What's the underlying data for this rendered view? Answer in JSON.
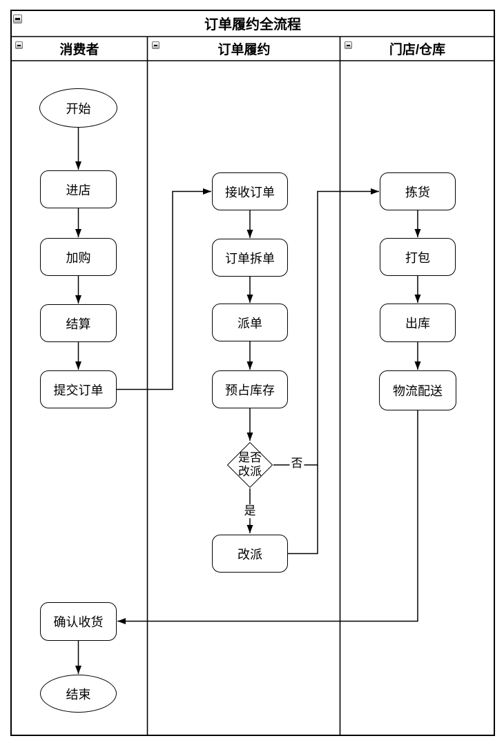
{
  "pool": {
    "title": "订单履约全流程",
    "lanes": [
      {
        "id": "consumer",
        "label": "消费者"
      },
      {
        "id": "fulfillment",
        "label": "订单履约"
      },
      {
        "id": "store-warehouse",
        "label": "门店/仓库"
      }
    ]
  },
  "icons": {
    "collapse": "minus-square-icon"
  },
  "colors": {
    "stroke": "#000000",
    "fill": "#ffffff",
    "background": "#ffffff"
  },
  "nodes": [
    {
      "id": "start",
      "lane": "consumer",
      "shape": "ellipse",
      "label": "开始"
    },
    {
      "id": "enter-store",
      "lane": "consumer",
      "shape": "process",
      "label": "进店"
    },
    {
      "id": "add-to-cart",
      "lane": "consumer",
      "shape": "process",
      "label": "加购"
    },
    {
      "id": "checkout",
      "lane": "consumer",
      "shape": "process",
      "label": "结算"
    },
    {
      "id": "submit-order",
      "lane": "consumer",
      "shape": "process",
      "label": "提交订单"
    },
    {
      "id": "receive-order",
      "lane": "fulfillment",
      "shape": "process",
      "label": "接收订单"
    },
    {
      "id": "split-order",
      "lane": "fulfillment",
      "shape": "process",
      "label": "订单拆单"
    },
    {
      "id": "dispatch-order",
      "lane": "fulfillment",
      "shape": "process",
      "label": "派单"
    },
    {
      "id": "reserve-stock",
      "lane": "fulfillment",
      "shape": "process",
      "label": "预占库存"
    },
    {
      "id": "redispatch-decision",
      "lane": "fulfillment",
      "shape": "decision",
      "label": "是否\n改派"
    },
    {
      "id": "redispatch",
      "lane": "fulfillment",
      "shape": "process",
      "label": "改派"
    },
    {
      "id": "picking",
      "lane": "store-warehouse",
      "shape": "process",
      "label": "拣货"
    },
    {
      "id": "packing",
      "lane": "store-warehouse",
      "shape": "process",
      "label": "打包"
    },
    {
      "id": "outbound",
      "lane": "store-warehouse",
      "shape": "process",
      "label": "出库"
    },
    {
      "id": "logistics-delivery",
      "lane": "store-warehouse",
      "shape": "process",
      "label": "物流配送"
    },
    {
      "id": "confirm-receipt",
      "lane": "consumer",
      "shape": "process",
      "label": "确认收货"
    },
    {
      "id": "end",
      "lane": "consumer",
      "shape": "ellipse",
      "label": "结束"
    }
  ],
  "edges": [
    {
      "from": "start",
      "to": "enter-store",
      "label": ""
    },
    {
      "from": "enter-store",
      "to": "add-to-cart",
      "label": ""
    },
    {
      "from": "add-to-cart",
      "to": "checkout",
      "label": ""
    },
    {
      "from": "checkout",
      "to": "submit-order",
      "label": ""
    },
    {
      "from": "submit-order",
      "to": "receive-order",
      "label": ""
    },
    {
      "from": "receive-order",
      "to": "split-order",
      "label": ""
    },
    {
      "from": "split-order",
      "to": "dispatch-order",
      "label": ""
    },
    {
      "from": "dispatch-order",
      "to": "reserve-stock",
      "label": ""
    },
    {
      "from": "reserve-stock",
      "to": "redispatch-decision",
      "label": ""
    },
    {
      "from": "redispatch-decision",
      "to": "picking",
      "label": "否"
    },
    {
      "from": "redispatch-decision",
      "to": "redispatch",
      "label": "是"
    },
    {
      "from": "redispatch",
      "to": "picking",
      "label": ""
    },
    {
      "from": "picking",
      "to": "packing",
      "label": ""
    },
    {
      "from": "packing",
      "to": "outbound",
      "label": ""
    },
    {
      "from": "outbound",
      "to": "logistics-delivery",
      "label": ""
    },
    {
      "from": "logistics-delivery",
      "to": "confirm-receipt",
      "label": ""
    },
    {
      "from": "confirm-receipt",
      "to": "end",
      "label": ""
    }
  ]
}
